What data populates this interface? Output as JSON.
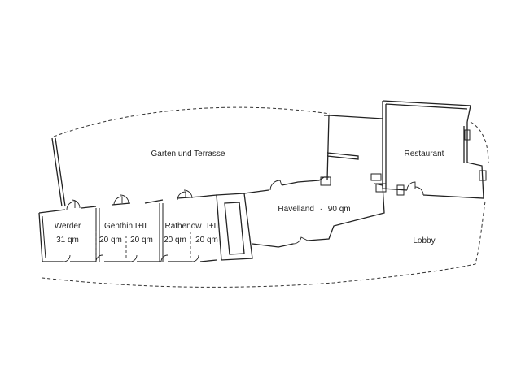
{
  "rooms": {
    "garden": {
      "name": "Garten und Terrasse"
    },
    "restaurant": {
      "name": "Restaurant"
    },
    "havelland": {
      "name": "Havelland",
      "separator": "·",
      "area": "90 qm"
    },
    "lobby": {
      "name": "Lobby"
    },
    "werder": {
      "name": "Werder",
      "area": "31 qm"
    },
    "genthin": {
      "name": "Genthin I+II",
      "area_1": "20 qm",
      "area_2": "20 qm"
    },
    "rathenow": {
      "name": "Rathenow",
      "suffix": "I+II",
      "area_1": "20 qm",
      "area_2": "20 qm"
    }
  }
}
